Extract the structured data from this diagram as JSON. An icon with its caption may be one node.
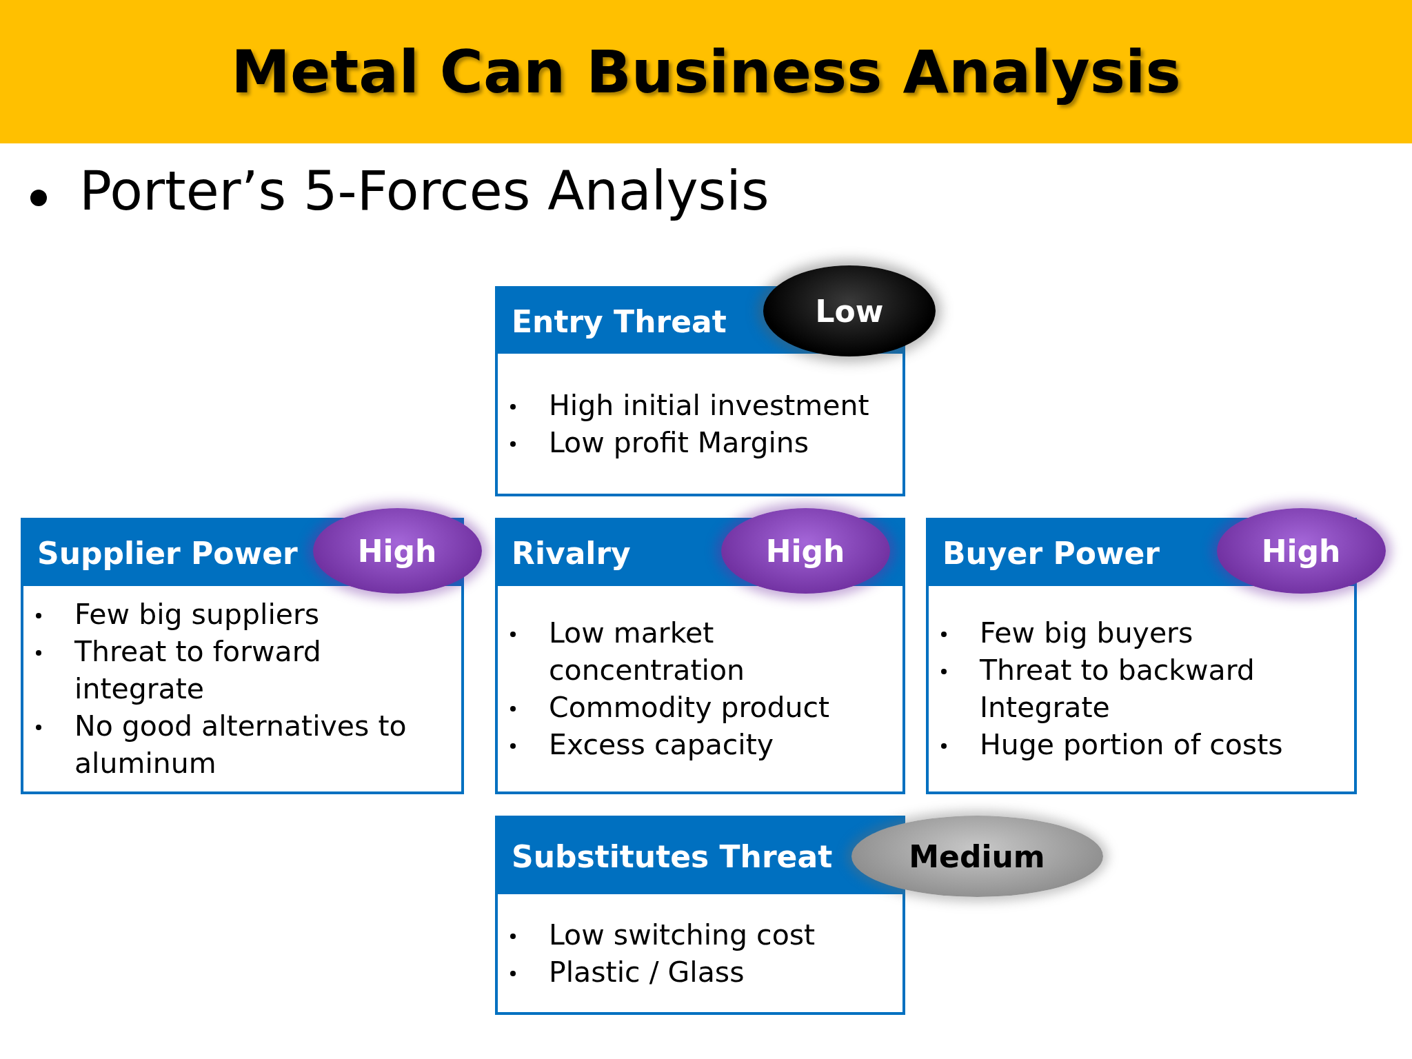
{
  "diagram": {
    "title": "Metal Can Business Analysis",
    "nodes": [
      {
        "text": [
          "Entry Threat",
          "High initial investment",
          "Low profit Margins"
        ]
      },
      {
        "text": [
          "Low"
        ]
      },
      {
        "text": [
          "Supplier Power",
          "Few big suppliers",
          "Threat to forward integrate",
          "No good alternatives to aluminum"
        ]
      },
      {
        "text": [
          "High"
        ]
      },
      {
        "text": [
          "Rivalry",
          "Low market concentration",
          "Commodity product",
          "Excess capacity"
        ]
      },
      {
        "text": [
          "High"
        ]
      },
      {
        "text": [
          "Buyer Power",
          "Few big buyers",
          "Threat to backward Integrate",
          "Huge portion of costs"
        ]
      },
      {
        "text": [
          "High"
        ]
      },
      {
        "text": [
          "Substitutes Threat",
          "Low switching cost",
          "Plastic / Glass"
        ]
      },
      {
        "text": [
          "Medium"
        ]
      }
    ],
    "labels": [
      "Porter’s 5-Forces Analysis"
    ]
  }
}
